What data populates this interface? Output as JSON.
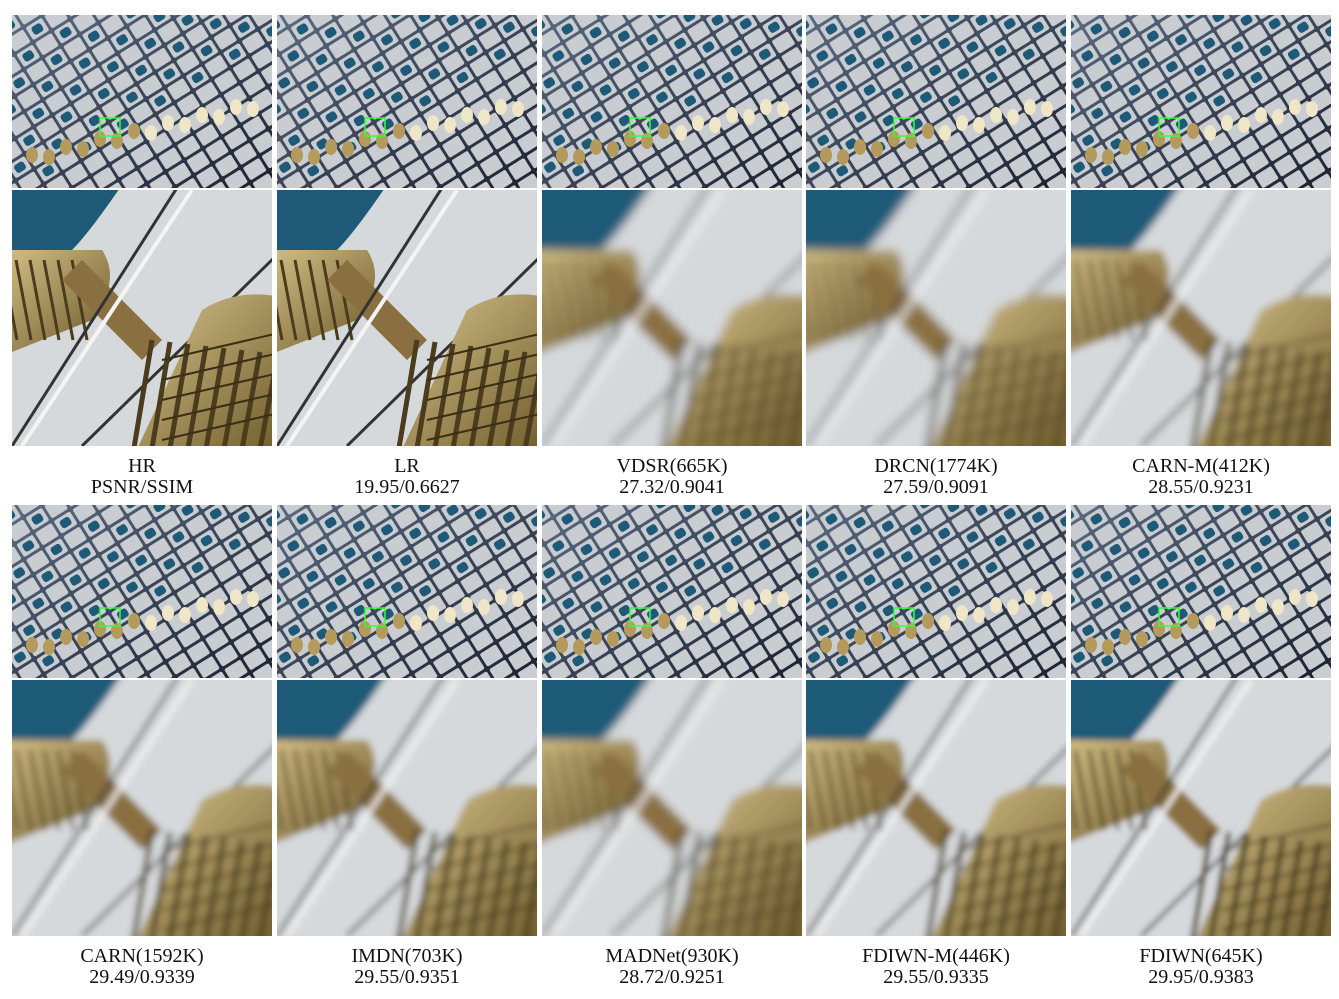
{
  "figure": {
    "panels": [
      {
        "label": "HR",
        "metric": "PSNR/SSIM",
        "blur": 0
      },
      {
        "label": "LR",
        "metric": "19.95/0.6627",
        "blur": 0
      },
      {
        "label": "VDSR(665K)",
        "metric": "27.32/0.9041",
        "blur": 5
      },
      {
        "label": "DRCN(1774K)",
        "metric": "27.59/0.9091",
        "blur": 5
      },
      {
        "label": "CARN-M(412K)",
        "metric": "28.55/0.9231",
        "blur": 4
      },
      {
        "label": "CARN(1592K)",
        "metric": "29.49/0.9339",
        "blur": 3.5
      },
      {
        "label": "IMDN(703K)",
        "metric": "29.55/0.9351",
        "blur": 3.5
      },
      {
        "label": "MADNet(930K)",
        "metric": "28.72/0.9251",
        "blur": 4.5
      },
      {
        "label": "FDIWN-M(446K)",
        "metric": "29.55/0.9335",
        "blur": 3.5
      },
      {
        "label": "FDIWN(645K)",
        "metric": "29.95/0.9383",
        "blur": 3
      }
    ]
  },
  "colors": {
    "sky": "#2f3f58",
    "panel_light": "#c9cdd2",
    "window_teal": "#1e5a78",
    "brass": "#b49a5c",
    "brass_dark": "#4a3c1c",
    "roi_box": "#33ff33"
  },
  "icons": {
    "roi_marker": "green-rectangle-icon"
  }
}
